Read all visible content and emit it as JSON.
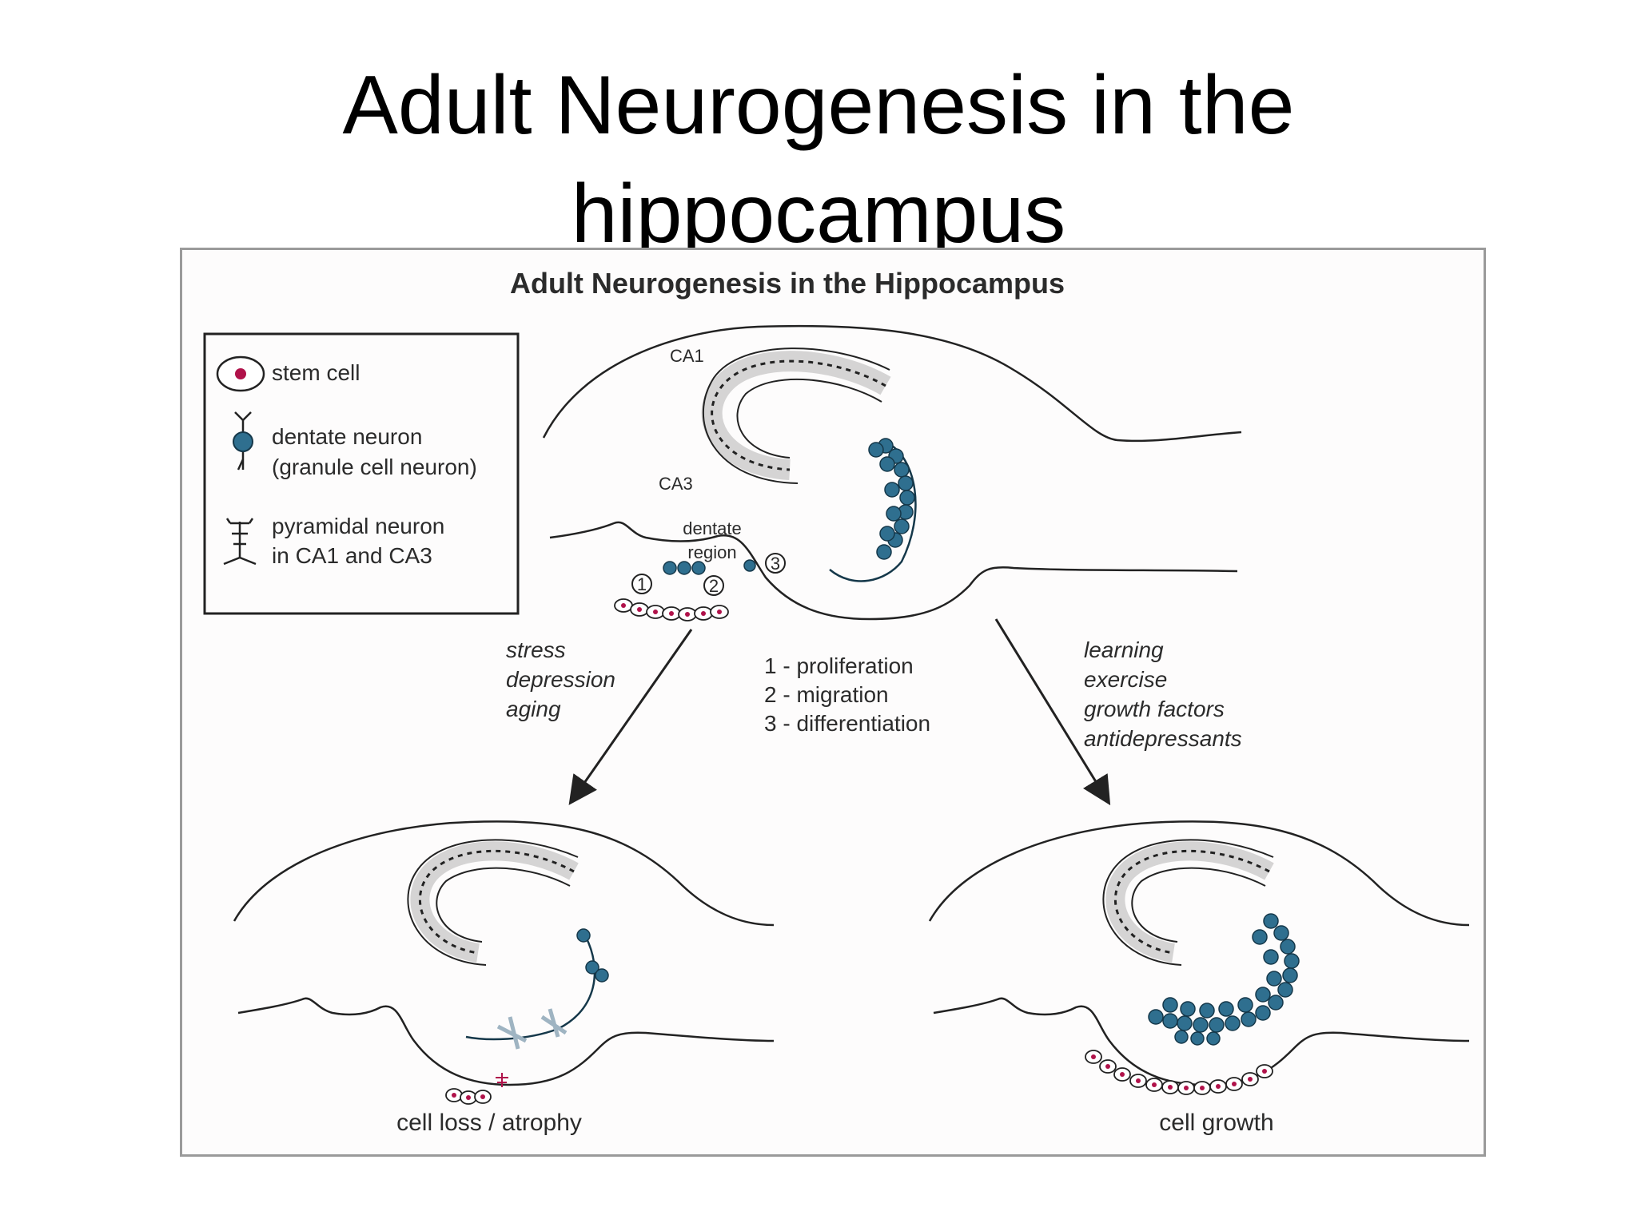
{
  "slide": {
    "title_line1": "Adult Neurogenesis in the",
    "title_line2": "hippocampus"
  },
  "figure": {
    "heading": "Adult Neurogenesis in the Hippocampus",
    "legend": {
      "stem_cell": "stem cell",
      "dentate_line1": "dentate neuron",
      "dentate_line2": "(granule cell neuron)",
      "pyramidal_line1": "pyramidal neuron",
      "pyramidal_line2": "in CA1 and CA3"
    },
    "labels": {
      "ca1": "CA1",
      "ca3": "CA3",
      "dentate1": "dentate",
      "dentate2": "region",
      "step1": "1",
      "step2": "2",
      "step3": "3"
    },
    "negative_factors": [
      "stress",
      "depression",
      "aging"
    ],
    "steps": [
      "1 - proliferation",
      "2 - migration",
      "3 - differentiation"
    ],
    "positive_factors": [
      "learning",
      "exercise",
      "growth factors",
      "antidepressants"
    ],
    "outcomes": {
      "loss": "cell loss / atrophy",
      "growth": "cell growth"
    },
    "colors": {
      "neuron": "#2f6f8f",
      "stem_cell": "#b0124a",
      "line": "#222222",
      "faded_neuron": "#9fb4c2"
    }
  }
}
